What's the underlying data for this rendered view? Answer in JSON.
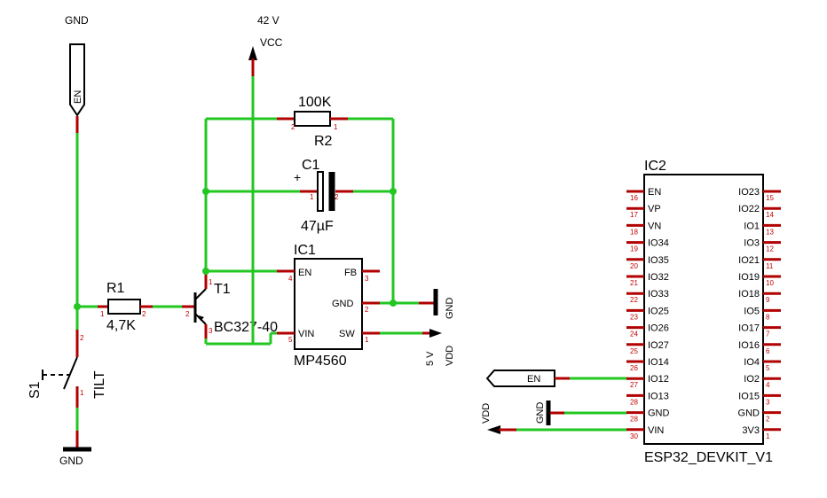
{
  "supply": {
    "gnd_top": "GND",
    "vcc_voltage": "42 V",
    "vcc": "VCC",
    "gnd_bottom": "GND",
    "en_port": "EN"
  },
  "r1": {
    "name": "R1",
    "value": "4,7K",
    "pin1": "1",
    "pin2": "2"
  },
  "r2": {
    "name": "R2",
    "value": "100K",
    "pin1": "1",
    "pin2": "2"
  },
  "c1": {
    "name": "C1",
    "value": "47µF",
    "polarity": "+",
    "pin1": "1",
    "pin2": "2"
  },
  "t1": {
    "name": "T1",
    "part": "BC327-40",
    "pin1": "1",
    "pin2": "2",
    "pin3": "3"
  },
  "s1": {
    "name": "S1",
    "part": "TILT",
    "pin1": "1",
    "pin2": "2"
  },
  "ic1": {
    "name": "IC1",
    "part": "MP4560",
    "pins": {
      "en": "EN",
      "vin": "VIN",
      "fb": "FB",
      "gnd": "GND",
      "sw": "SW"
    },
    "pin_numbers": {
      "en": "4",
      "vin": "5",
      "fb": "3",
      "gnd": "2",
      "sw": "1"
    },
    "gnd_label": "GND",
    "vdd_voltage": "5 V",
    "vdd_label": "VDD"
  },
  "ic2": {
    "name": "IC2",
    "part": "ESP32_DEVKIT_V1",
    "left_pins": [
      {
        "name": "EN",
        "num": "16"
      },
      {
        "name": "VP",
        "num": "17"
      },
      {
        "name": "VN",
        "num": "18"
      },
      {
        "name": "IO34",
        "num": "19"
      },
      {
        "name": "IO35",
        "num": "20"
      },
      {
        "name": "IO32",
        "num": "21"
      },
      {
        "name": "IO33",
        "num": "22"
      },
      {
        "name": "IO25",
        "num": "23"
      },
      {
        "name": "IO26",
        "num": "24"
      },
      {
        "name": "IO27",
        "num": "25"
      },
      {
        "name": "IO14",
        "num": "26"
      },
      {
        "name": "IO12",
        "num": "27"
      },
      {
        "name": "IO13",
        "num": "28"
      },
      {
        "name": "GND",
        "num": "28"
      },
      {
        "name": "VIN",
        "num": "30"
      }
    ],
    "right_pins": [
      {
        "name": "IO23",
        "num": "15"
      },
      {
        "name": "IO22",
        "num": "14"
      },
      {
        "name": "IO1",
        "num": "13"
      },
      {
        "name": "IO3",
        "num": "12"
      },
      {
        "name": "IO21",
        "num": "11"
      },
      {
        "name": "IO19",
        "num": "10"
      },
      {
        "name": "IO18",
        "num": "9"
      },
      {
        "name": "IO5",
        "num": "8"
      },
      {
        "name": "IO17",
        "num": "7"
      },
      {
        "name": "IO16",
        "num": "6"
      },
      {
        "name": "IO4",
        "num": "5"
      },
      {
        "name": "IO2",
        "num": "4"
      },
      {
        "name": "IO15",
        "num": "3"
      },
      {
        "name": "GND",
        "num": "2"
      },
      {
        "name": "3V3",
        "num": "1"
      }
    ],
    "en_port": "EN",
    "gnd_label": "GND",
    "vdd_label": "VDD"
  }
}
